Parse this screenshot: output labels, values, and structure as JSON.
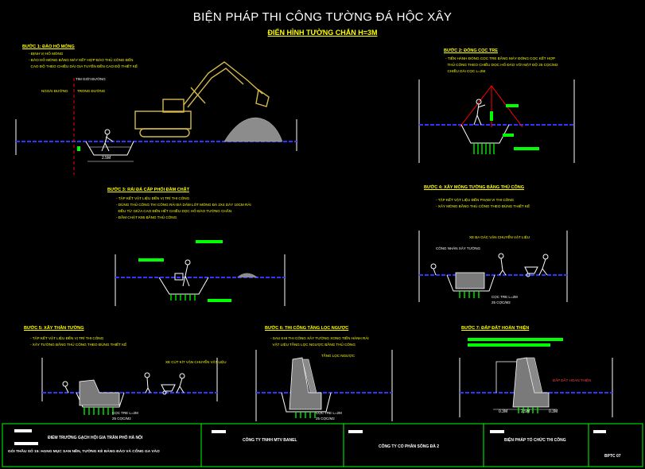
{
  "title": "BIỆN PHÁP THI CÔNG TƯỜNG ĐÁ HỘC XÂY",
  "subtitle": "ĐIỂN HÌNH TƯỜNG CHẮN H=3M",
  "steps": [
    {
      "heading": "BƯỚC 1: ĐÀO HỐ MÓNG",
      "notes": [
        "- ĐỊNH VỊ HỐ MÓNG",
        "- ĐÀO HỐ MÓNG BẰNG MÁY KẾT HỢP ĐÀO THỦ CÔNG ĐẾN",
        "  CAO ĐỘ THEO CHIỀU DÀI GIA TUYẾN ĐẾN CAO ĐỘ THIẾT KẾ"
      ]
    },
    {
      "heading": "BƯỚC 2: ĐÓNG CỌC TRE",
      "notes": [
        "- TIẾN HÀNH ĐÓNG CỌC TRE BẰNG MÁY ĐÓNG CỌC KẾT HỢP",
        "  THỦ CÔNG THEO CHIỀU DỌC HỐ ĐÀO VỚI MẬT ĐỘ 25 CỌC/M2",
        "  CHIỀU DÀI CỌC L=2M"
      ]
    },
    {
      "heading": "BƯỚC 3: RẢI ĐÁ CẤP PHỐI ĐẦM CHẶT",
      "notes": [
        "- TẬP KẾT VẬT LIỆU ĐẾN VỊ TRÍ THI CÔNG",
        "- DÙNG THỦ CÔNG THI CÔNG RẢI ĐÁ DĂM LÓT MÓNG ĐÁ 2X4 DÀY 10CM RẢI",
        "  ĐỀU TỪ GIỮA CAO ĐẾN HẾT CHIỀU DỌC HỐ ĐÀO TƯỜNG CHẮN",
        "- ĐẦM CHẶT K95 BẰNG THỦ CÔNG"
      ]
    },
    {
      "heading": "BƯỚC 4: XÂY MÓNG TƯỜNG BẰNG THỦ CÔNG",
      "notes": [
        "- TẬP KẾT VẬT LIỆU ĐẾN PHẠM VI THI CÔNG",
        "- XÂY MÓNG BẰNG THỦ CÔNG THEO ĐÚNG THIẾT KẾ"
      ]
    },
    {
      "heading": "BƯỚC 5: XÂY THÂN TƯỜNG",
      "notes": [
        "- TẬP KẾT VẬT LIỆU ĐẾN VỊ TRÍ THI CÔNG",
        "- XÂY TƯỜNG BẰNG THỦ CÔNG THEO ĐÚNG THIẾT KẾ"
      ]
    },
    {
      "heading": "BƯỚC 6: THI CÔNG TẦNG LỌC NGƯỢC",
      "notes": [
        "- SAU KHI THI CÔNG XÂY TƯỜNG XONG TIẾN HÀNH RẢI",
        "  VẬT LIỆU TẦNG LỌC NGƯỢC BẰNG THỦ CÔNG"
      ]
    },
    {
      "heading": "BƯỚC 7: ĐẮP ĐẤT HOÀN THIỆN",
      "notes": []
    }
  ],
  "labels": {
    "tim_gioi_duong": "TIM GIỚI ĐƯỜNG",
    "ngoai_duong": "NGOÀI ĐƯỜNG",
    "trong_duong": "TRONG ĐƯỜNG",
    "dim_1": "2.5M",
    "cay_tre": "CỌC TRE L=2M",
    "mat_do": "25 CỌC/M2",
    "xe_ban": "XE BA GÁC VẬN CHUYỂN VẬT LIỆU",
    "cong_nhan": "CÔNG NHÂN XÂY TƯỜNG",
    "xe_cut_kit": "XE CÚT KÍT VẬN CHUYỂN VẬT LIỆU",
    "tang_loc": "TẦNG LỌC NGƯỢC",
    "dap_dat": "ĐẮP ĐẤT HOÀN THIỆN",
    "dim_2": "0.3M",
    "dim_3": "2.5M",
    "dim_4": "0.3M"
  },
  "title_block": {
    "c1_line1": "ĐIỂM TRƯỚNG GẠCH HỘI GIA TRẦN PHỐ HÀ NỘI",
    "c1_line2": "GÓI THẦU SỐ 15: HẠNG MỤC SAN NỀN, TƯỜNG KÈ BẢNG ĐÁO VÀ CỔNG GA VÀO",
    "c2": "CÔNG TY TNHH MTV BANEL",
    "c3": "CÔNG TY CỔ PHẦN SÔNG ĐÀ 2",
    "c4": "BIỆN PHÁP TỔ CHỨC THI CÔNG",
    "c5": "BPTC 07"
  },
  "colors": {
    "background": "#000000",
    "ground": "#3333ff",
    "text_yellow": "#ffff00",
    "green": "#00ff00",
    "excavator": "#d6b94a",
    "white": "#ffffff",
    "red": "#ff0000"
  }
}
